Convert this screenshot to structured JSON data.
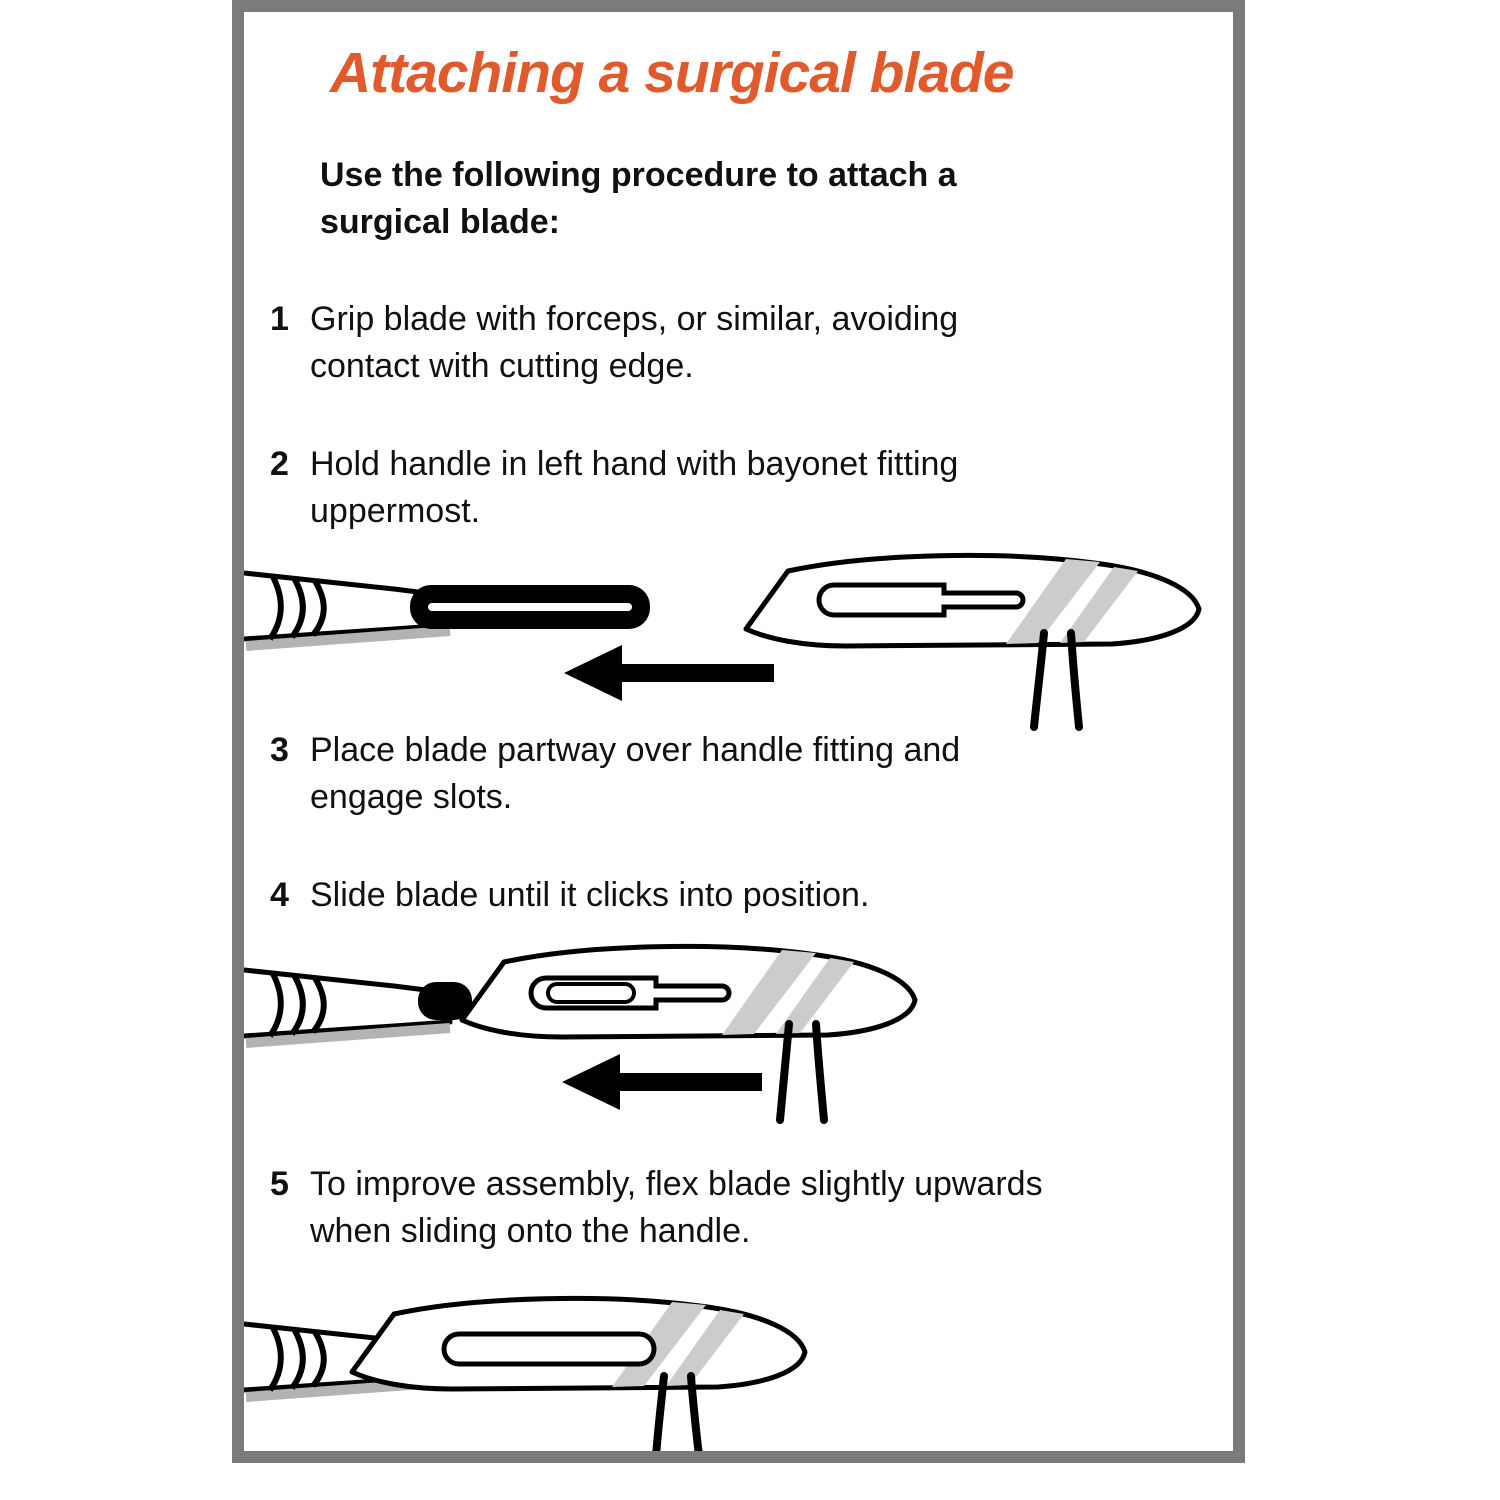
{
  "frame": {
    "border_color": "#7b7b7b"
  },
  "title": {
    "text": "Attaching a surgical blade",
    "color": "#E05A2B"
  },
  "intro": {
    "prefix": "Use the following procedure to ",
    "emphasis": "attach",
    "suffix": " a surgical blade:"
  },
  "steps": [
    {
      "num": "1",
      "text": "Grip blade with forceps, or similar, avoiding contact with cutting edge."
    },
    {
      "num": "2",
      "text": "Hold handle in left hand with bayonet fitting uppermost."
    },
    {
      "num": "3",
      "text": "Place blade partway over handle fitting and engage slots."
    },
    {
      "num": "4",
      "text": "Slide blade until it clicks into position."
    },
    {
      "num": "5",
      "text": "To improve assembly, flex blade slightly upwards when sliding onto the handle."
    }
  ],
  "figures": [
    {
      "icons": [
        "scalpel-handle-icon",
        "bayonet-fitting-icon",
        "surgical-blade-icon",
        "forceps-icon",
        "left-arrow-icon"
      ]
    },
    {
      "icons": [
        "scalpel-handle-icon",
        "bayonet-fitting-icon",
        "surgical-blade-icon",
        "forceps-icon",
        "left-arrow-icon"
      ]
    },
    {
      "icons": [
        "scalpel-handle-icon",
        "surgical-blade-icon",
        "forceps-icon"
      ]
    }
  ],
  "colors": {
    "stripe_gray": "#cccccc",
    "handle_underside_gray": "#b3b3b3",
    "ink": "#000000"
  }
}
